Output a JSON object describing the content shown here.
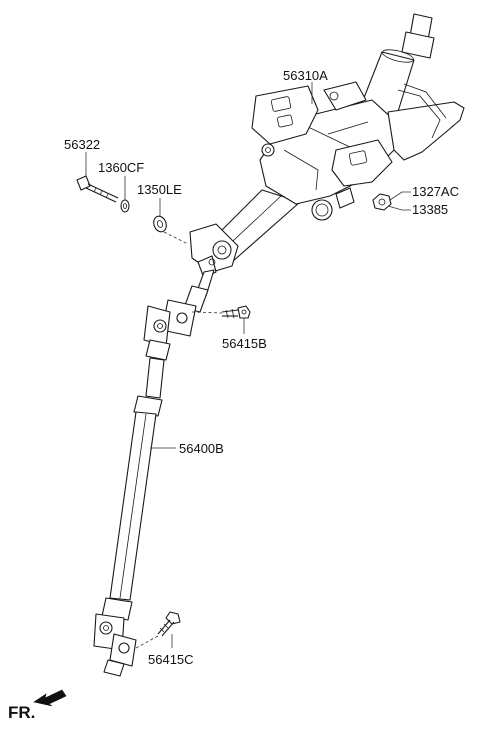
{
  "labels": {
    "p56310A": "56310A",
    "p56322": "56322",
    "p1360CF": "1360CF",
    "p1350LE": "1350LE",
    "p1327AC": "1327AC",
    "p13385": "13385",
    "p56415B": "56415B",
    "p56400B": "56400B",
    "p56415C": "56415C"
  },
  "footer": {
    "fr_label": "FR."
  }
}
